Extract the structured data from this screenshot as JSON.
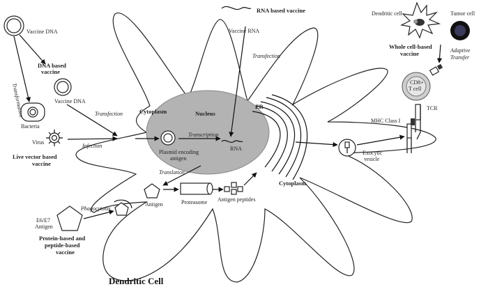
{
  "labels": {
    "vaccine_dna_top": "Vaccine DNA",
    "transformation": "Transformation",
    "dna_based_vaccine_1": "DNA based",
    "dna_based_vaccine_2": "vaccine",
    "vaccine_dna_mid": "Vaccine DNA",
    "bacteria": "Bacteria",
    "transfection_left": "Transfection",
    "virus": "Virus",
    "infection": "Infection",
    "live_vector_1": "Live vector based",
    "live_vector_2": "vaccine",
    "cytoplasm_top": "Cytoplasm",
    "nucleus": "Nucleus",
    "transcription": "Transcription",
    "plasmid_1": "Plasmid encoding",
    "plasmid_2": "antigen",
    "rna": "RNA",
    "translation": "Translation",
    "antigen": "Antigen",
    "proteasome": "Proteasome",
    "antigen_peptides": "Antigen peptides",
    "er": "ER",
    "cytoplasm_bottom": "Cytoplasm",
    "rna_based_vaccine": "RNA based vaccine",
    "vaccine_rna": "Vaccine RNA",
    "transfection_right": "Transfection",
    "dendritic_cell_small": "Dendritic cell",
    "tumor_cell": "Tumor cell",
    "whole_cell_1": "Whole cell-based",
    "whole_cell_2": "vaccine",
    "adaptive_1": "Adaptive",
    "adaptive_2": "Transfer",
    "cd8_1": "CD8+",
    "cd8_2": "T cell",
    "tcr": "TCR",
    "mhc": "MHC Class I",
    "exocytic_1": "Exocytic",
    "exocytic_2": "vesicle",
    "phagocytosis": "Phagocytosis",
    "e6e7_1": "E6/E7",
    "e6e7_2": "Antigen",
    "protein_1": "Protein-based and",
    "protein_2": "peptide-based",
    "protein_3": "vaccine",
    "dendritic_cell_title": "Dendritic Cell"
  }
}
